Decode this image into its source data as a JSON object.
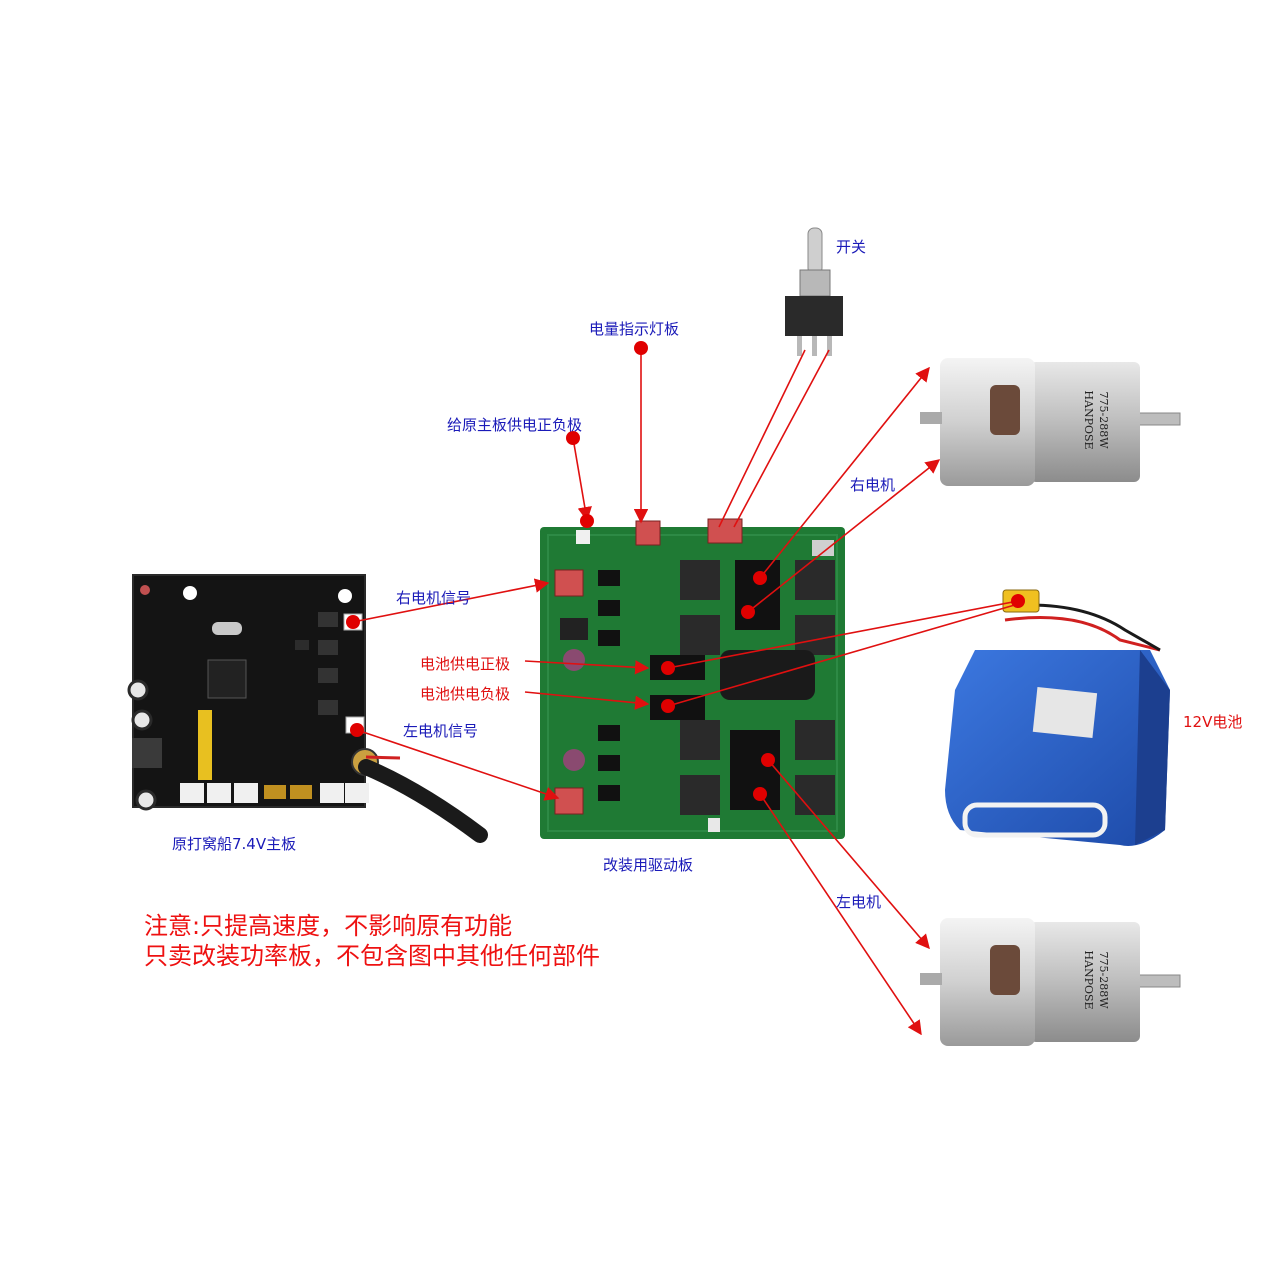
{
  "labels": {
    "switch": "开关",
    "indicator_board": "电量指示灯板",
    "mainboard_power": "给原主板供电正负极",
    "right_motor_signal": "右电机信号",
    "left_motor_signal": "左电机信号",
    "battery_positive": "电池供电正极",
    "battery_negative": "电池供电负极",
    "right_motor": "右电机",
    "left_motor": "左电机",
    "battery_12v": "12V电池",
    "original_mainboard": "原打窝船7.4V主板",
    "driver_board": "改装用驱动板"
  },
  "notes": {
    "line1": "注意:只提高速度，不影响原有功能",
    "line2": "只卖改装功率板，不包含图中其他任何部件"
  },
  "motor_text": {
    "brand": "HANPOSE",
    "model": "775-288W"
  },
  "colors": {
    "annotation_blue": "#1a1ab8",
    "annotation_red": "#e01010",
    "pcb_green": "#1f7a34",
    "pcb_black": "#141414",
    "battery_blue": "#2a5fc8"
  }
}
